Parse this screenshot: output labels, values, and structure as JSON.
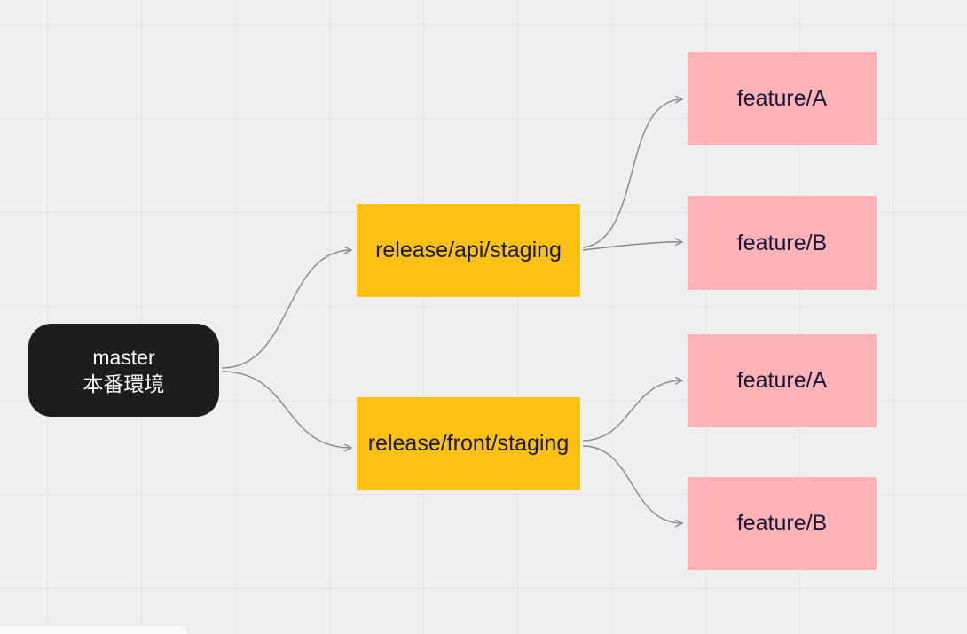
{
  "diagram": {
    "canvas": {
      "background_color": "#efefef",
      "grid_color": "#e3e3e3",
      "connector_color": "#878787"
    },
    "nodes": [
      {
        "id": "master",
        "label": "master",
        "sublabel": "本番環境",
        "shape": "rounded-rectangle",
        "bg_color": "#1d1d1d",
        "text_color": "#ffffff"
      },
      {
        "id": "release-api-staging",
        "label": "release/api/staging",
        "shape": "rectangle",
        "bg_color": "#fcc112",
        "text_color": "#17173a"
      },
      {
        "id": "release-front-staging",
        "label": "release/front/staging",
        "shape": "rectangle",
        "bg_color": "#fcc112",
        "text_color": "#17173a"
      },
      {
        "id": "feature-a-api",
        "label": "feature/A",
        "shape": "rectangle",
        "bg_color": "#ffb3b6",
        "text_color": "#17173a"
      },
      {
        "id": "feature-b-api",
        "label": "feature/B",
        "shape": "rectangle",
        "bg_color": "#ffb3b6",
        "text_color": "#17173a"
      },
      {
        "id": "feature-a-front",
        "label": "feature/A",
        "shape": "rectangle",
        "bg_color": "#ffb3b6",
        "text_color": "#17173a"
      },
      {
        "id": "feature-b-front",
        "label": "feature/B",
        "shape": "rectangle",
        "bg_color": "#ffb3b6",
        "text_color": "#17173a"
      }
    ],
    "edges": [
      {
        "from": "master",
        "to": "release-api-staging",
        "style": "curved-arrow"
      },
      {
        "from": "master",
        "to": "release-front-staging",
        "style": "curved-arrow"
      },
      {
        "from": "release-api-staging",
        "to": "feature-a-api",
        "style": "curved-arrow"
      },
      {
        "from": "release-api-staging",
        "to": "feature-b-api",
        "style": "curved-arrow"
      },
      {
        "from": "release-front-staging",
        "to": "feature-a-front",
        "style": "curved-arrow"
      },
      {
        "from": "release-front-staging",
        "to": "feature-b-front",
        "style": "curved-arrow"
      }
    ]
  }
}
